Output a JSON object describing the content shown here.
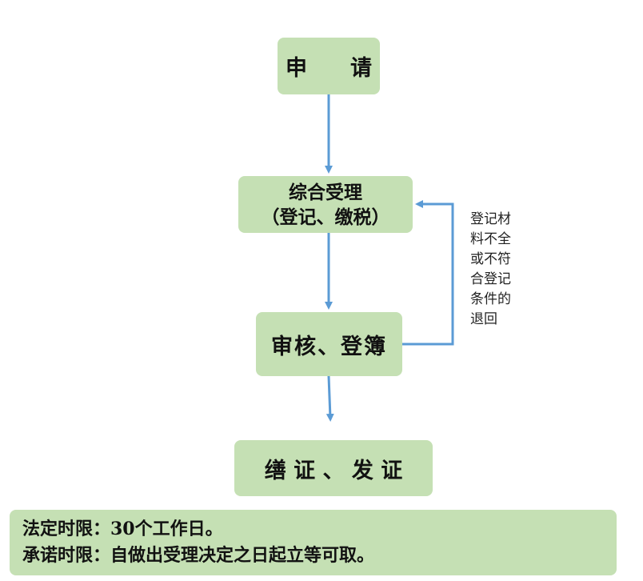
{
  "nodes": {
    "apply": {
      "label": "申　　请"
    },
    "accept": {
      "line1": "综合受理",
      "line2": "（登记、缴税）"
    },
    "review": {
      "label": "审核、登簿"
    },
    "issue": {
      "label": "缮 证 、 发 证"
    }
  },
  "side_note": {
    "text": "登记材料不全或不符合登记条件的退回"
  },
  "limits": {
    "statutory": "法定时限：30个工作日。",
    "promised": "承诺时限：自做出受理决定之日起立等可取。"
  },
  "colors": {
    "box_fill": "#c5e0b4",
    "arrow": "#5b9bd5"
  }
}
